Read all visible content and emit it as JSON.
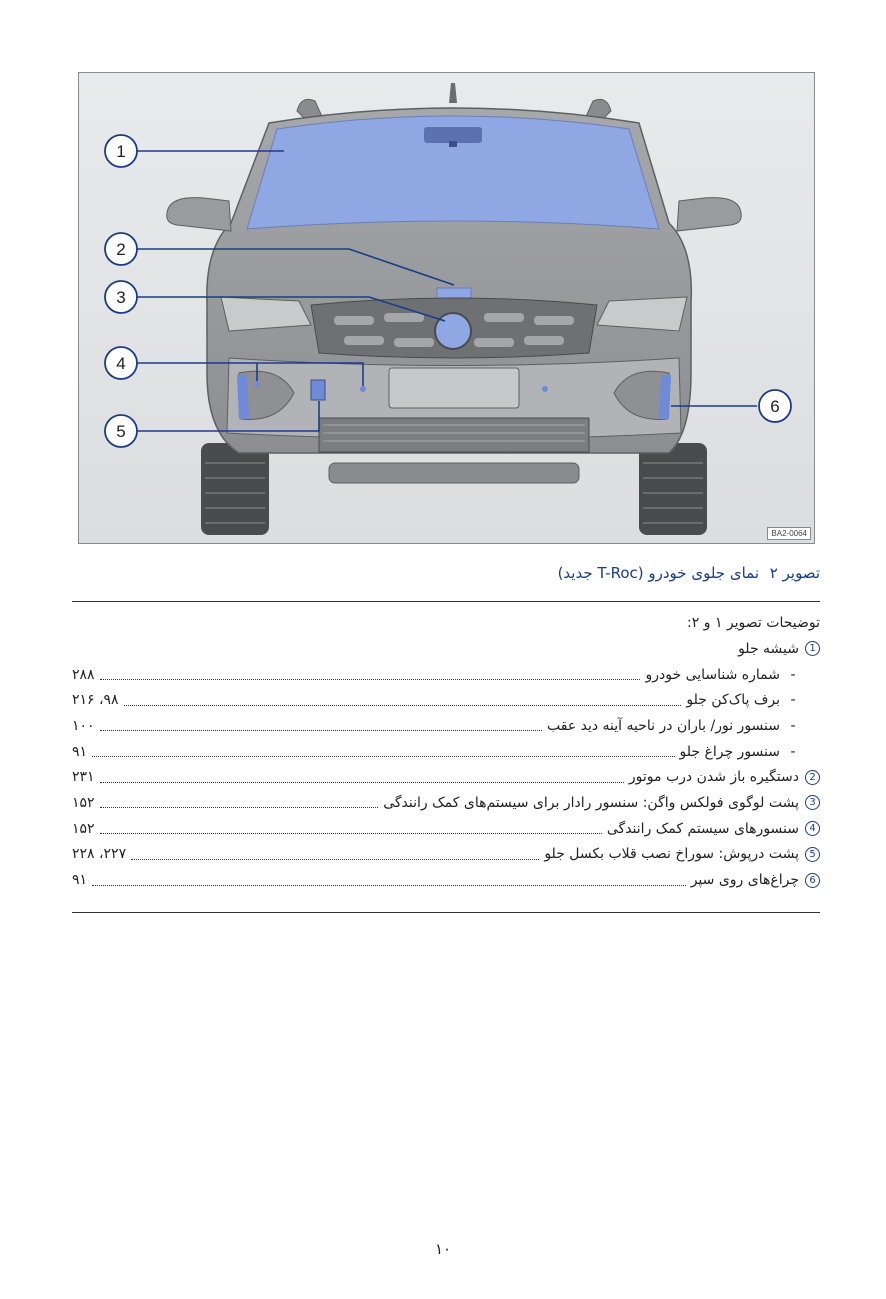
{
  "figure": {
    "code": "BA2-0064",
    "callouts": [
      "1",
      "2",
      "3",
      "4",
      "5",
      "6"
    ],
    "colors": {
      "highlight": "#8fa7e2",
      "line": "#1a3c88",
      "body": "#9c9da0"
    }
  },
  "caption": {
    "number": "تصویر ۲",
    "text": "نمای جلوی خودرو (T-Roc جدید)"
  },
  "legend": {
    "title": "توضیحات تصویر ۱ و ۲:",
    "items": [
      {
        "bullet": "1",
        "label": "شیشه جلو",
        "pages": ""
      },
      {
        "bullet": "-",
        "label": "شماره شناسایی خودرو",
        "pages": "۲۸۸"
      },
      {
        "bullet": "-",
        "label": "برف پاک‌کن جلو",
        "pages": "۹۸، ۲۱۶"
      },
      {
        "bullet": "-",
        "label": "سنسور نور/ باران در ناحیه آینه دید عقب",
        "pages": "۱۰۰"
      },
      {
        "bullet": "-",
        "label": "سنسور چراغ جلو",
        "pages": "۹۱"
      },
      {
        "bullet": "2",
        "label": "دستگیره باز شدن درب موتور",
        "pages": "۲۳۱"
      },
      {
        "bullet": "3",
        "label": "پشت لوگوی فولکس واگن: سنسور رادار برای سیستم‌های کمک رانندگی",
        "pages": "۱۵۲"
      },
      {
        "bullet": "4",
        "label": "سنسورهای سیستم کمک رانندگی",
        "pages": "۱۵۲"
      },
      {
        "bullet": "5",
        "label": "پشت درپوش: سوراخ نصب قلاب بکسل جلو",
        "pages": "۲۲۷، ۲۲۸"
      },
      {
        "bullet": "6",
        "label": "چراغ‌های روی سپر",
        "pages": "۹۱"
      }
    ]
  },
  "page_number": "۱۰"
}
